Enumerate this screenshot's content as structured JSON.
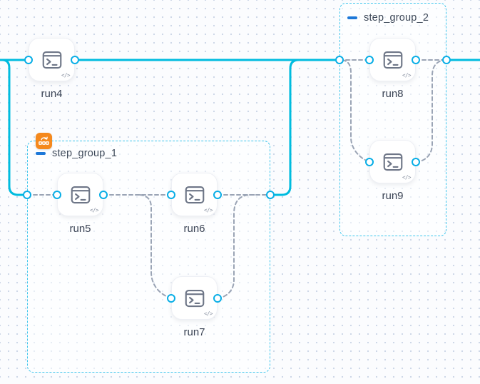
{
  "app": {
    "name": "workflow topology canvas"
  },
  "colors": {
    "edge_solid": "#00bcdf",
    "edge_dashed": "#9aa4b5",
    "group_border": "#3cc5ec",
    "port_ring": "#09aee6",
    "node_icon": "#6e7687",
    "label_color": "#3a4354",
    "collapse_dash": "#1d78d8",
    "badge_bg": "#f5891d",
    "canvas_bg": "#fbfcfe",
    "grid_dot": "#ccd6e6"
  },
  "node_code_glyph": "</>",
  "groups": [
    {
      "id": "step_group_1",
      "title": "step_group_1",
      "collapse_icon": "minus",
      "badge_icon": "loop-badge"
    },
    {
      "id": "step_group_2",
      "title": "step_group_2",
      "collapse_icon": "minus"
    }
  ],
  "nodes": [
    {
      "id": "run4",
      "label": "run4",
      "icon": "terminal"
    },
    {
      "id": "run5",
      "label": "run5",
      "icon": "terminal"
    },
    {
      "id": "run6",
      "label": "run6",
      "icon": "terminal"
    },
    {
      "id": "run7",
      "label": "run7",
      "icon": "terminal"
    },
    {
      "id": "run8",
      "label": "run8",
      "icon": "terminal"
    },
    {
      "id": "run9",
      "label": "run9",
      "icon": "terminal"
    }
  ],
  "edges": [
    {
      "from": "canvas-left",
      "to": "run4",
      "style": "solid"
    },
    {
      "from": "canvas-left",
      "to": "step_group_1-in",
      "style": "solid"
    },
    {
      "from": "run4",
      "to": "step_group_2-in",
      "style": "solid"
    },
    {
      "from": "step_group_1-out",
      "to": "main-line",
      "style": "solid"
    },
    {
      "from": "step_group_2-out",
      "to": "canvas-right",
      "style": "solid"
    },
    {
      "from": "step_group_1-in",
      "to": "run5",
      "style": "dashed"
    },
    {
      "from": "run5",
      "to": "run6",
      "style": "dashed"
    },
    {
      "from": "run5",
      "to": "run7",
      "style": "dashed"
    },
    {
      "from": "run6",
      "to": "step_group_1-out",
      "style": "dashed"
    },
    {
      "from": "run7",
      "to": "step_group_1-out",
      "style": "dashed"
    },
    {
      "from": "step_group_2-in",
      "to": "run8",
      "style": "dashed"
    },
    {
      "from": "step_group_2-in",
      "to": "run9",
      "style": "dashed"
    },
    {
      "from": "run8",
      "to": "step_group_2-out",
      "style": "dashed"
    },
    {
      "from": "run9",
      "to": "step_group_2-out",
      "style": "dashed"
    }
  ]
}
